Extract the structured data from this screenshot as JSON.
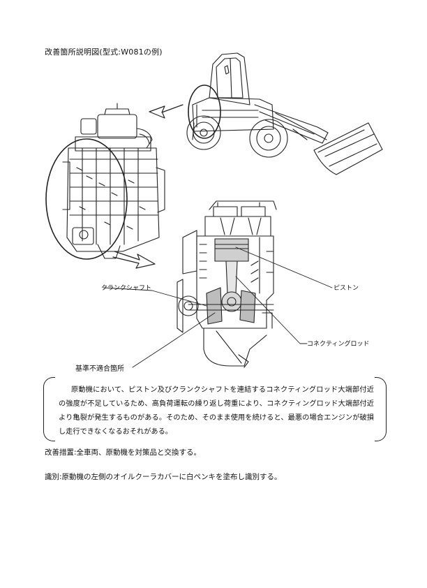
{
  "document": {
    "title": "改善箇所説明図(型式:W081の例)",
    "labels": {
      "crankshaft": "クランクシャフト",
      "piston": "ピストン",
      "connecting_rod": "コネクティングロッド",
      "nonconforming": "基準不適合箇所"
    },
    "notice": "原動機において、ピストン及びクランクシャフトを連結するコネクティングロッド大端部付近の強度が不足しているため、高負荷運転の繰り返し荷重により、コネクティングロッド大端部付近より亀裂が発生するものがある。そのため、そのまま使用を続けると、最悪の場合エンジンが破損し走行できなくなるおそれがある。",
    "remedy": "改善措置:全車両、原動機を対策品と交換する。",
    "identification": "識別:原動機の左側のオイルクーラカバーに白ペンキを塗布し識別する。"
  }
}
